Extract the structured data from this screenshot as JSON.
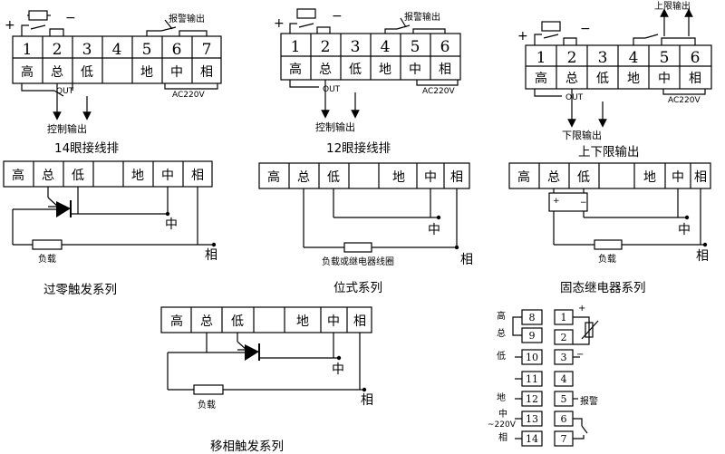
{
  "terminal_numbers_7": [
    "1",
    "2",
    "3",
    "4",
    "5",
    "6",
    "7"
  ],
  "terminal_numbers_6": [
    "1",
    "2",
    "3",
    "4",
    "5",
    "6"
  ],
  "labels": {
    "high": "高",
    "total": "总",
    "low": "低",
    "ground": "地",
    "neutral": "中",
    "phase": "相"
  },
  "plus": "+",
  "minus": "−",
  "alarm_output": "报警输出",
  "upper_limit_output": "上限输出",
  "lower_limit_output": "下限输出",
  "out": "OUT",
  "ac220v": "AC220V",
  "control_output": "控制输出",
  "load": "负载",
  "load_or_relay_coil": "负载或继电器线圈",
  "captions": {
    "top_left": "14眼接线排",
    "top_middle": "12眼接线排",
    "top_right": "上下限输出",
    "middle_left": "过零触发系列",
    "middle_center": "位式系列",
    "middle_right": "固态继电器系列",
    "bottom": "移相触发系列"
  },
  "strip14": {
    "left_numbers": [
      "8",
      "9",
      "10",
      "11",
      "12",
      "13",
      "14"
    ],
    "right_numbers": [
      "1",
      "2",
      "3",
      "4",
      "5",
      "6",
      "7"
    ],
    "side_labels": {
      "high": "高",
      "total": "总",
      "low": "低",
      "ground": "地",
      "neutral": "中",
      "v220": "~220V",
      "phase": "相"
    },
    "alarm": "报警"
  }
}
